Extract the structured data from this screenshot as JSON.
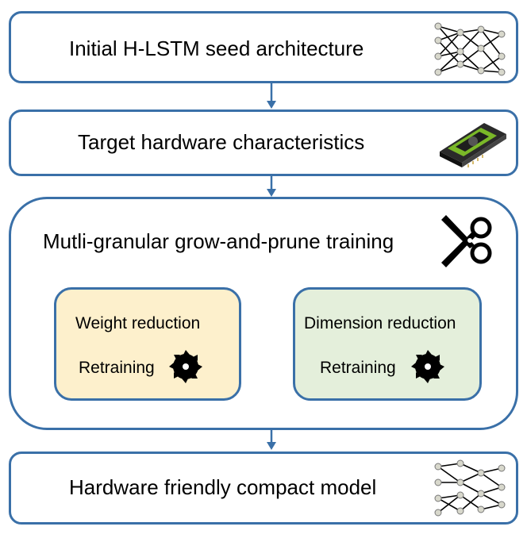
{
  "stages": [
    {
      "label": "Initial H-LSTM seed architecture",
      "icon": "neural-network-icon"
    },
    {
      "label": "Target hardware characteristics",
      "icon": "gpu-card-icon"
    },
    {
      "label": "Mutli-granular grow-and-prune training",
      "icon": "scissors-icon"
    },
    {
      "label": "Hardware friendly compact model",
      "icon": "sparse-network-icon"
    }
  ],
  "inner_boxes": [
    {
      "title": "Weight reduction",
      "sub": "Retraining",
      "fill": "#fdf0cc",
      "icon": "saw-blade-icon"
    },
    {
      "title": "Dimension reduction",
      "sub": "Retraining",
      "fill": "#e4efdb",
      "icon": "saw-blade-icon"
    }
  ],
  "colors": {
    "border": "#3a70a8",
    "arrow": "#3a70a8"
  }
}
